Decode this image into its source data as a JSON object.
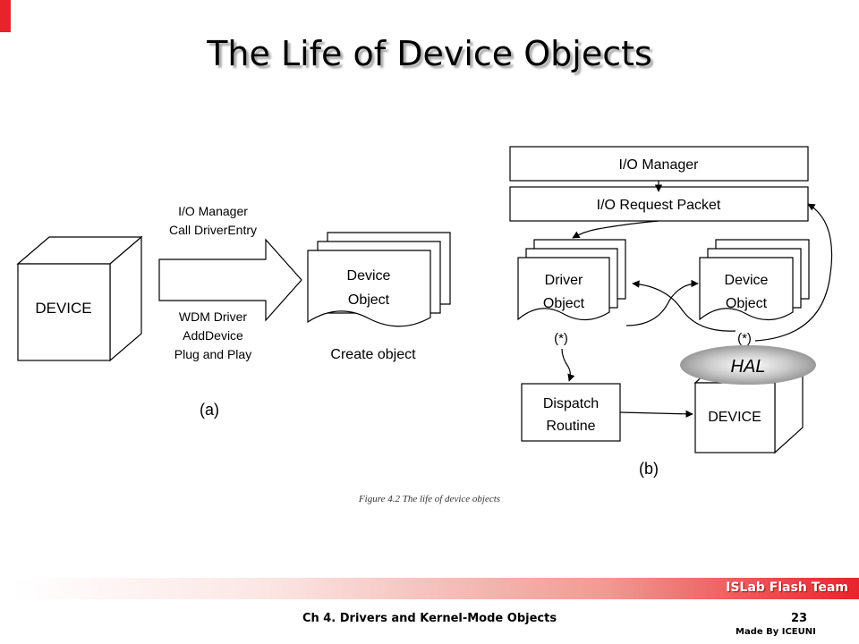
{
  "slide": {
    "title": "The Life of Device Objects",
    "caption": "Figure 4.2 The life of device objects",
    "accent_color": "#e8242b"
  },
  "diagram_a": {
    "device_label": "DEVICE",
    "arrow_top_lines": [
      "I/O Manager",
      "Call DriverEntry"
    ],
    "arrow_bottom_lines": [
      "WDM Driver",
      "AddDevice",
      "Plug and Play"
    ],
    "stack_label_lines": [
      "Device",
      "Object"
    ],
    "create_label": "Create object",
    "panel_label": "(a)"
  },
  "diagram_b": {
    "io_manager": "I/O Manager",
    "irp": "I/O Request Packet",
    "driver_object_lines": [
      "Driver",
      "Object"
    ],
    "device_object_lines": [
      "Device",
      "Object"
    ],
    "marker_left": "(*)",
    "marker_right": "(*)",
    "hal_label": "HAL",
    "dispatch_lines": [
      "Dispatch",
      "Routine"
    ],
    "device_label": "DEVICE",
    "panel_label": "(b)"
  },
  "footer": {
    "team": "ISLab Flash Team",
    "chapter": "Ch 4. Drivers and Kernel-Mode Objects",
    "page": "23",
    "maker": "Made By ICEUNI"
  }
}
